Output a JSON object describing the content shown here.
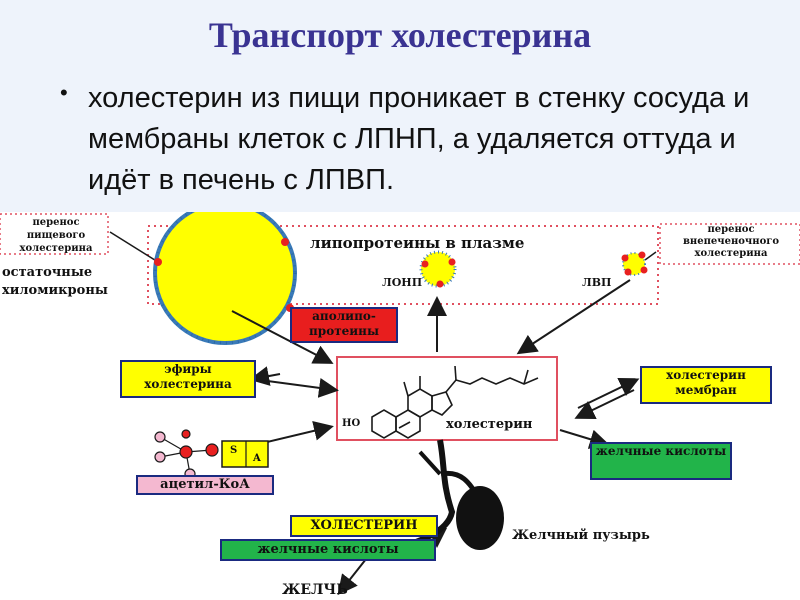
{
  "title": "Транспорт холестерина",
  "bullet_symbol": "•",
  "bullet_text": "холестерин из пищи проникает в стенку сосуда и мембраны клеток с ЛПНП, а удаляется оттуда и идёт в печень с ЛПВП.",
  "diagram": {
    "food_transfer": "перенос пищевого холестерина",
    "remnants": "остаточные хиломикроны",
    "plasma_lipoproteins": "липопротеины в плазме",
    "ldl": "ЛОНП",
    "hdl": "ЛВП",
    "extrahepatic_transfer": "перенос внепеченочного холестерина",
    "apolipoproteins": "аполипо-протеины",
    "cholesterol_esters": "эфиры холестерина",
    "membrane_cholesterol": "холестерин мембран",
    "cholesterol_center": "холестерин",
    "ho_label": "HO",
    "bile_acids_right": "желчные кислоты",
    "acetyl_coa": "ацетил-КоА",
    "s_label": "S",
    "a_label": "A",
    "cholesterol_box": "ХОЛЕСТЕРИН",
    "bile_acids_bottom": "желчные кислоты",
    "gallbladder": "Желчный пузырь",
    "bile": "ЖЕЛЧЬ"
  },
  "colors": {
    "title": "#3a3392",
    "top_band": "#eef3fb",
    "yellow_box": "#ffff00",
    "green_box": "#22b44a",
    "red_box": "#e81e1e",
    "pink_box": "#f4b8d0",
    "lipoprotein_fill": "#ffff00",
    "lipoprotein_dots": "#e82020"
  }
}
